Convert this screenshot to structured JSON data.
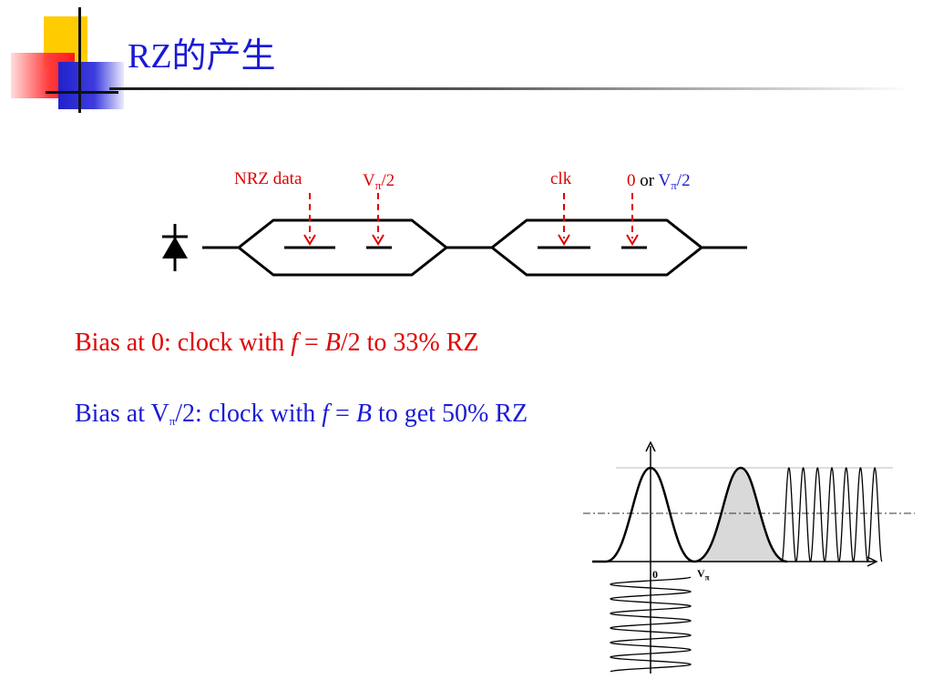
{
  "slide": {
    "title": "RZ的产生"
  },
  "modulator": {
    "label_nrz": "NRZ data",
    "label_vpi_v": "V",
    "label_vpi_pi": "π",
    "label_vpi_rest": "/2",
    "label_clk": "clk",
    "label_zero": "0",
    "label_or": " or ",
    "label_v2_v": "V",
    "label_v2_pi": "π",
    "label_v2_rest": "/2"
  },
  "text": {
    "line1_a": "Bias at 0: clock with ",
    "line1_f": "f",
    "line1_eq": " = ",
    "line1_B": "B",
    "line1_b": "/2 to 33% RZ",
    "line2_a": "Bias at V",
    "line2_pi": "π",
    "line2_b": "/2: clock with ",
    "line2_f": "f",
    "line2_eq": " = ",
    "line2_B": "B",
    "line2_c": " to get 50% RZ"
  },
  "plot": {
    "tick_zero": "0",
    "tick_vpi_v": "V",
    "tick_vpi_pi": "π"
  },
  "colors": {
    "title": "#1a1ad6",
    "accent_red": "#e00000",
    "accent_blue": "#1a1ad6",
    "logo_yellow": "#ffcc00",
    "logo_red": "#ff1a1a",
    "logo_blue": "#2222cc"
  }
}
